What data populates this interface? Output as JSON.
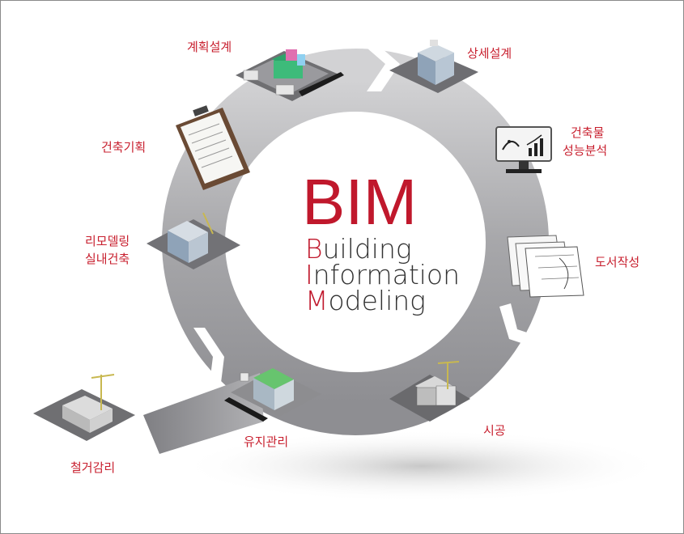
{
  "center": {
    "title": "BIM",
    "lines": [
      {
        "first": "B",
        "rest": "uilding"
      },
      {
        "first": "I",
        "rest": "nformation"
      },
      {
        "first": "M",
        "rest": "odeling"
      }
    ]
  },
  "labels": {
    "plan_design": "계획설계",
    "detail_design": "상세설계",
    "perf_analysis_1": "건축물",
    "perf_analysis_2": "성능분석",
    "drawing": "도서작성",
    "construction": "시공",
    "maintenance": "유지관리",
    "demolition": "철거감리",
    "remodel_1": "리모델링",
    "remodel_2": "실내건축",
    "planning": "건축기획"
  },
  "colors": {
    "accent": "#c0182c",
    "label": "#c8202f",
    "ring": "#a8a8ab",
    "text": "#333333"
  },
  "icons": [
    "building-site-icon",
    "building-icon",
    "monitor-chart-icon",
    "blueprint-stack-icon",
    "crane-construction-icon",
    "green-roof-building-icon",
    "demolition-site-icon",
    "renovation-building-icon",
    "clipboard-document-icon"
  ]
}
